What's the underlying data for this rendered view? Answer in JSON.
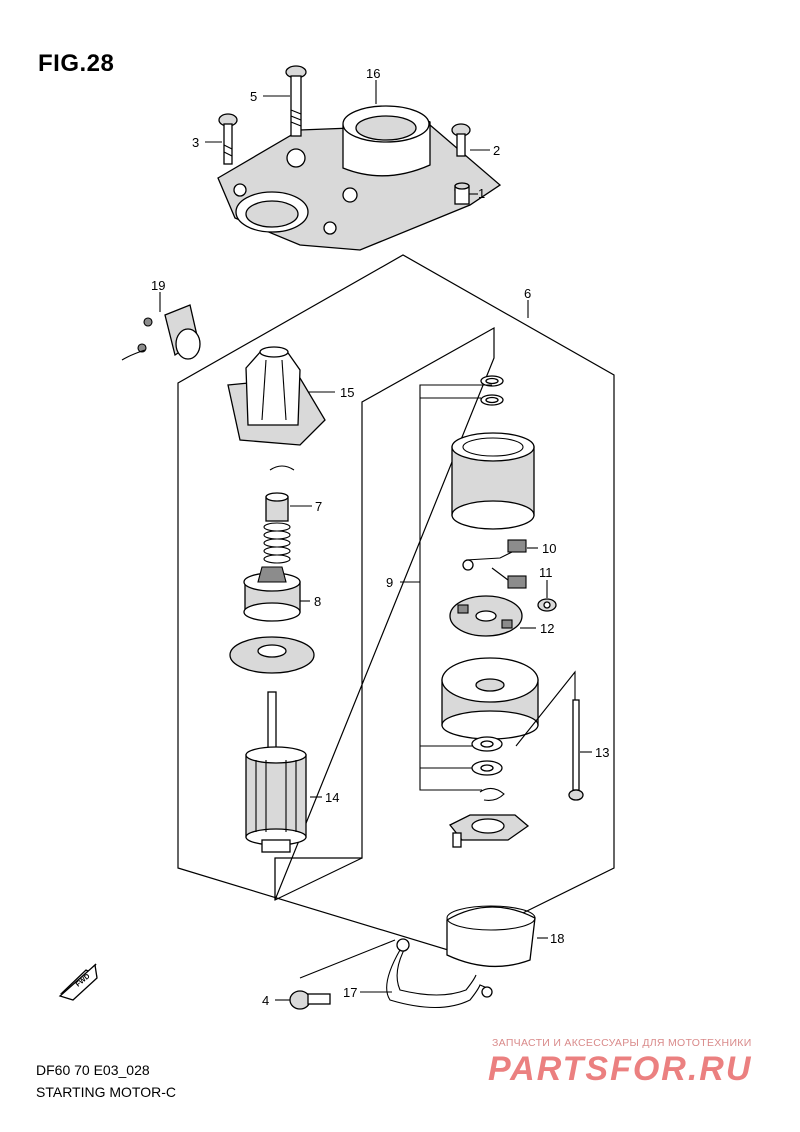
{
  "figure": {
    "title": "FIG.28",
    "model_code": "DF60 70 E03_028",
    "section_name": "STARTING MOTOR-C"
  },
  "arrow": {
    "label": "FWD"
  },
  "callouts": [
    "1",
    "2",
    "3",
    "4",
    "5",
    "6",
    "7",
    "8",
    "9",
    "10",
    "11",
    "12",
    "13",
    "14",
    "15",
    "16",
    "17",
    "18",
    "19"
  ],
  "watermark": {
    "caption": "ЗАПЧАСТИ И АКСЕССУАРЫ ДЛЯ МОТОТЕХНИКИ",
    "logo": "PARTSFOR.RU",
    "color": "#e86a6a"
  },
  "colors": {
    "line": "#000000",
    "background": "#ffffff",
    "shade": "#d9d9d9"
  }
}
